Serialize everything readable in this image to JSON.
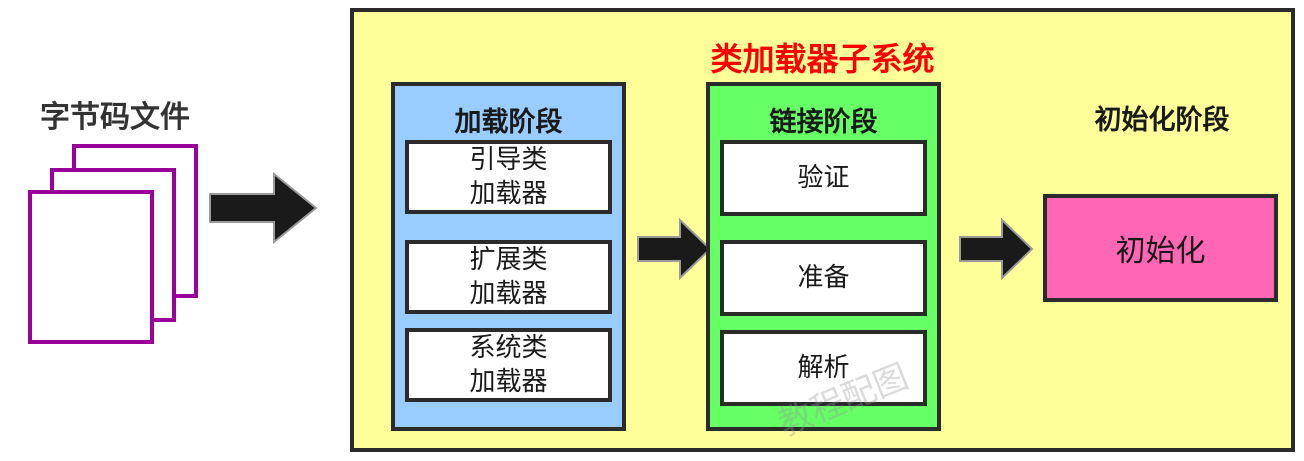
{
  "bytecode": {
    "title": "字节码文件"
  },
  "subsystem": {
    "title": "类加载器子系统"
  },
  "loading_phase": {
    "title": "加载阶段",
    "items": [
      "引导类\n加载器",
      "扩展类\n加载器",
      "系统类\n加载器"
    ]
  },
  "linking_phase": {
    "title": "链接阶段",
    "items": [
      "验证",
      "准备",
      "解析"
    ]
  },
  "init_phase": {
    "title": "初始化阶段",
    "item": "初始化"
  },
  "watermark": {
    "text": "教程配图"
  },
  "colors": {
    "container_bg": "#ffff99",
    "loading_bg": "#99ccff",
    "linking_bg": "#66ff66",
    "init_bg": "#ff66b3",
    "file_border": "#9a0099",
    "title_red": "#ff0000"
  }
}
